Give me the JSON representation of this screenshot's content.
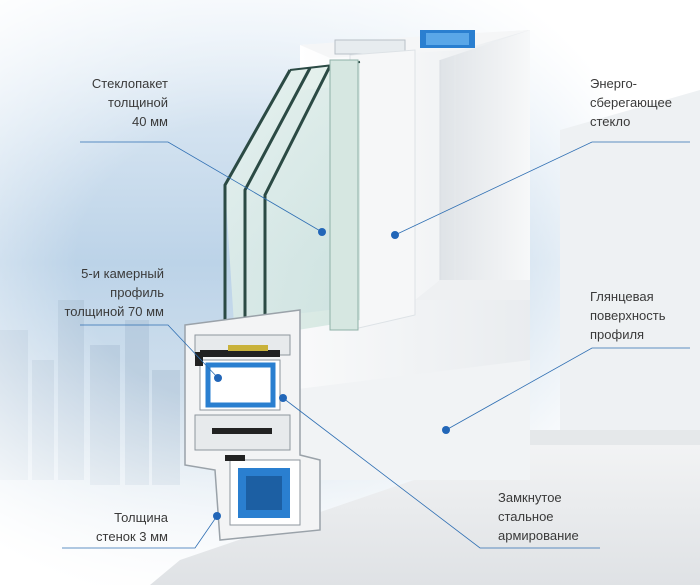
{
  "callouts": {
    "glass_unit": {
      "lines": [
        "Стеклопакет",
        "толщиной",
        "40 мм"
      ]
    },
    "energy_glass": {
      "lines": [
        "Энерго-",
        "сберегающее",
        "стекло"
      ]
    },
    "profile": {
      "lines": [
        "5-и камерный",
        "профиль",
        "толщиной 70 мм"
      ]
    },
    "glossy": {
      "lines": [
        "Глянцевая",
        "поверхность",
        "профиля"
      ]
    },
    "wall": {
      "lines": [
        "Толщина",
        "стенок 3 мм"
      ]
    },
    "steel": {
      "lines": [
        "Замкнутое",
        "стальное",
        "армирование"
      ]
    }
  },
  "colors": {
    "leader": "#2f6fb3",
    "dot": "#2266b8",
    "text": "#3a3a3a",
    "reinforcement": "#2a7fd0",
    "seal": "#222222"
  }
}
